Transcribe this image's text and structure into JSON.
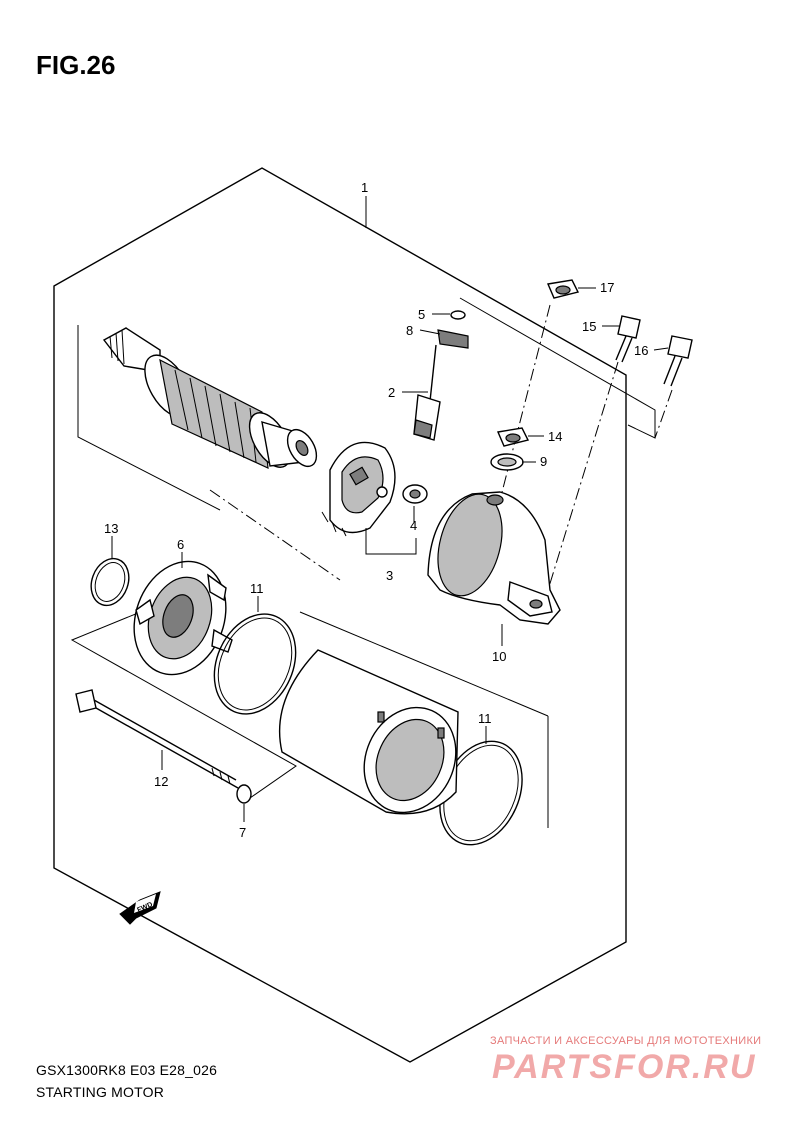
{
  "figure": {
    "title": "FIG.26",
    "model_code": "GSX1300RK8 E03 E28_026",
    "assembly_name": "STARTING MOTOR"
  },
  "callouts": [
    {
      "id": "c1",
      "number": "1",
      "part": "starting-motor-assembly"
    },
    {
      "id": "c2",
      "number": "2",
      "part": "terminal-bolt"
    },
    {
      "id": "c3",
      "number": "3",
      "part": "brush-holder-set"
    },
    {
      "id": "c4",
      "number": "4",
      "part": "brush"
    },
    {
      "id": "c5",
      "number": "5",
      "part": "washer"
    },
    {
      "id": "c6",
      "number": "6",
      "part": "end-cover"
    },
    {
      "id": "c7",
      "number": "7",
      "part": "washer-small"
    },
    {
      "id": "c8",
      "number": "8",
      "part": "insulator"
    },
    {
      "id": "c9",
      "number": "9",
      "part": "oil-seal"
    },
    {
      "id": "c10",
      "number": "10",
      "part": "housing-end"
    },
    {
      "id": "c11a",
      "number": "11",
      "part": "o-ring-front"
    },
    {
      "id": "c11b",
      "number": "11",
      "part": "o-ring-rear"
    },
    {
      "id": "c12",
      "number": "12",
      "part": "through-bolt"
    },
    {
      "id": "c13",
      "number": "13",
      "part": "o-ring-small"
    },
    {
      "id": "c14",
      "number": "14",
      "part": "nut"
    },
    {
      "id": "c15",
      "number": "15",
      "part": "bolt-a"
    },
    {
      "id": "c16",
      "number": "16",
      "part": "bolt-b"
    },
    {
      "id": "c17",
      "number": "17",
      "part": "flange-nut"
    }
  ],
  "direction_marker": {
    "text": "FWD"
  },
  "watermark": {
    "subtitle": "ЗАПЧАСТИ И АКСЕССУАРЫ ДЛЯ МОТОТЕХНИКИ",
    "brand": "PARTSFOR.RU"
  }
}
